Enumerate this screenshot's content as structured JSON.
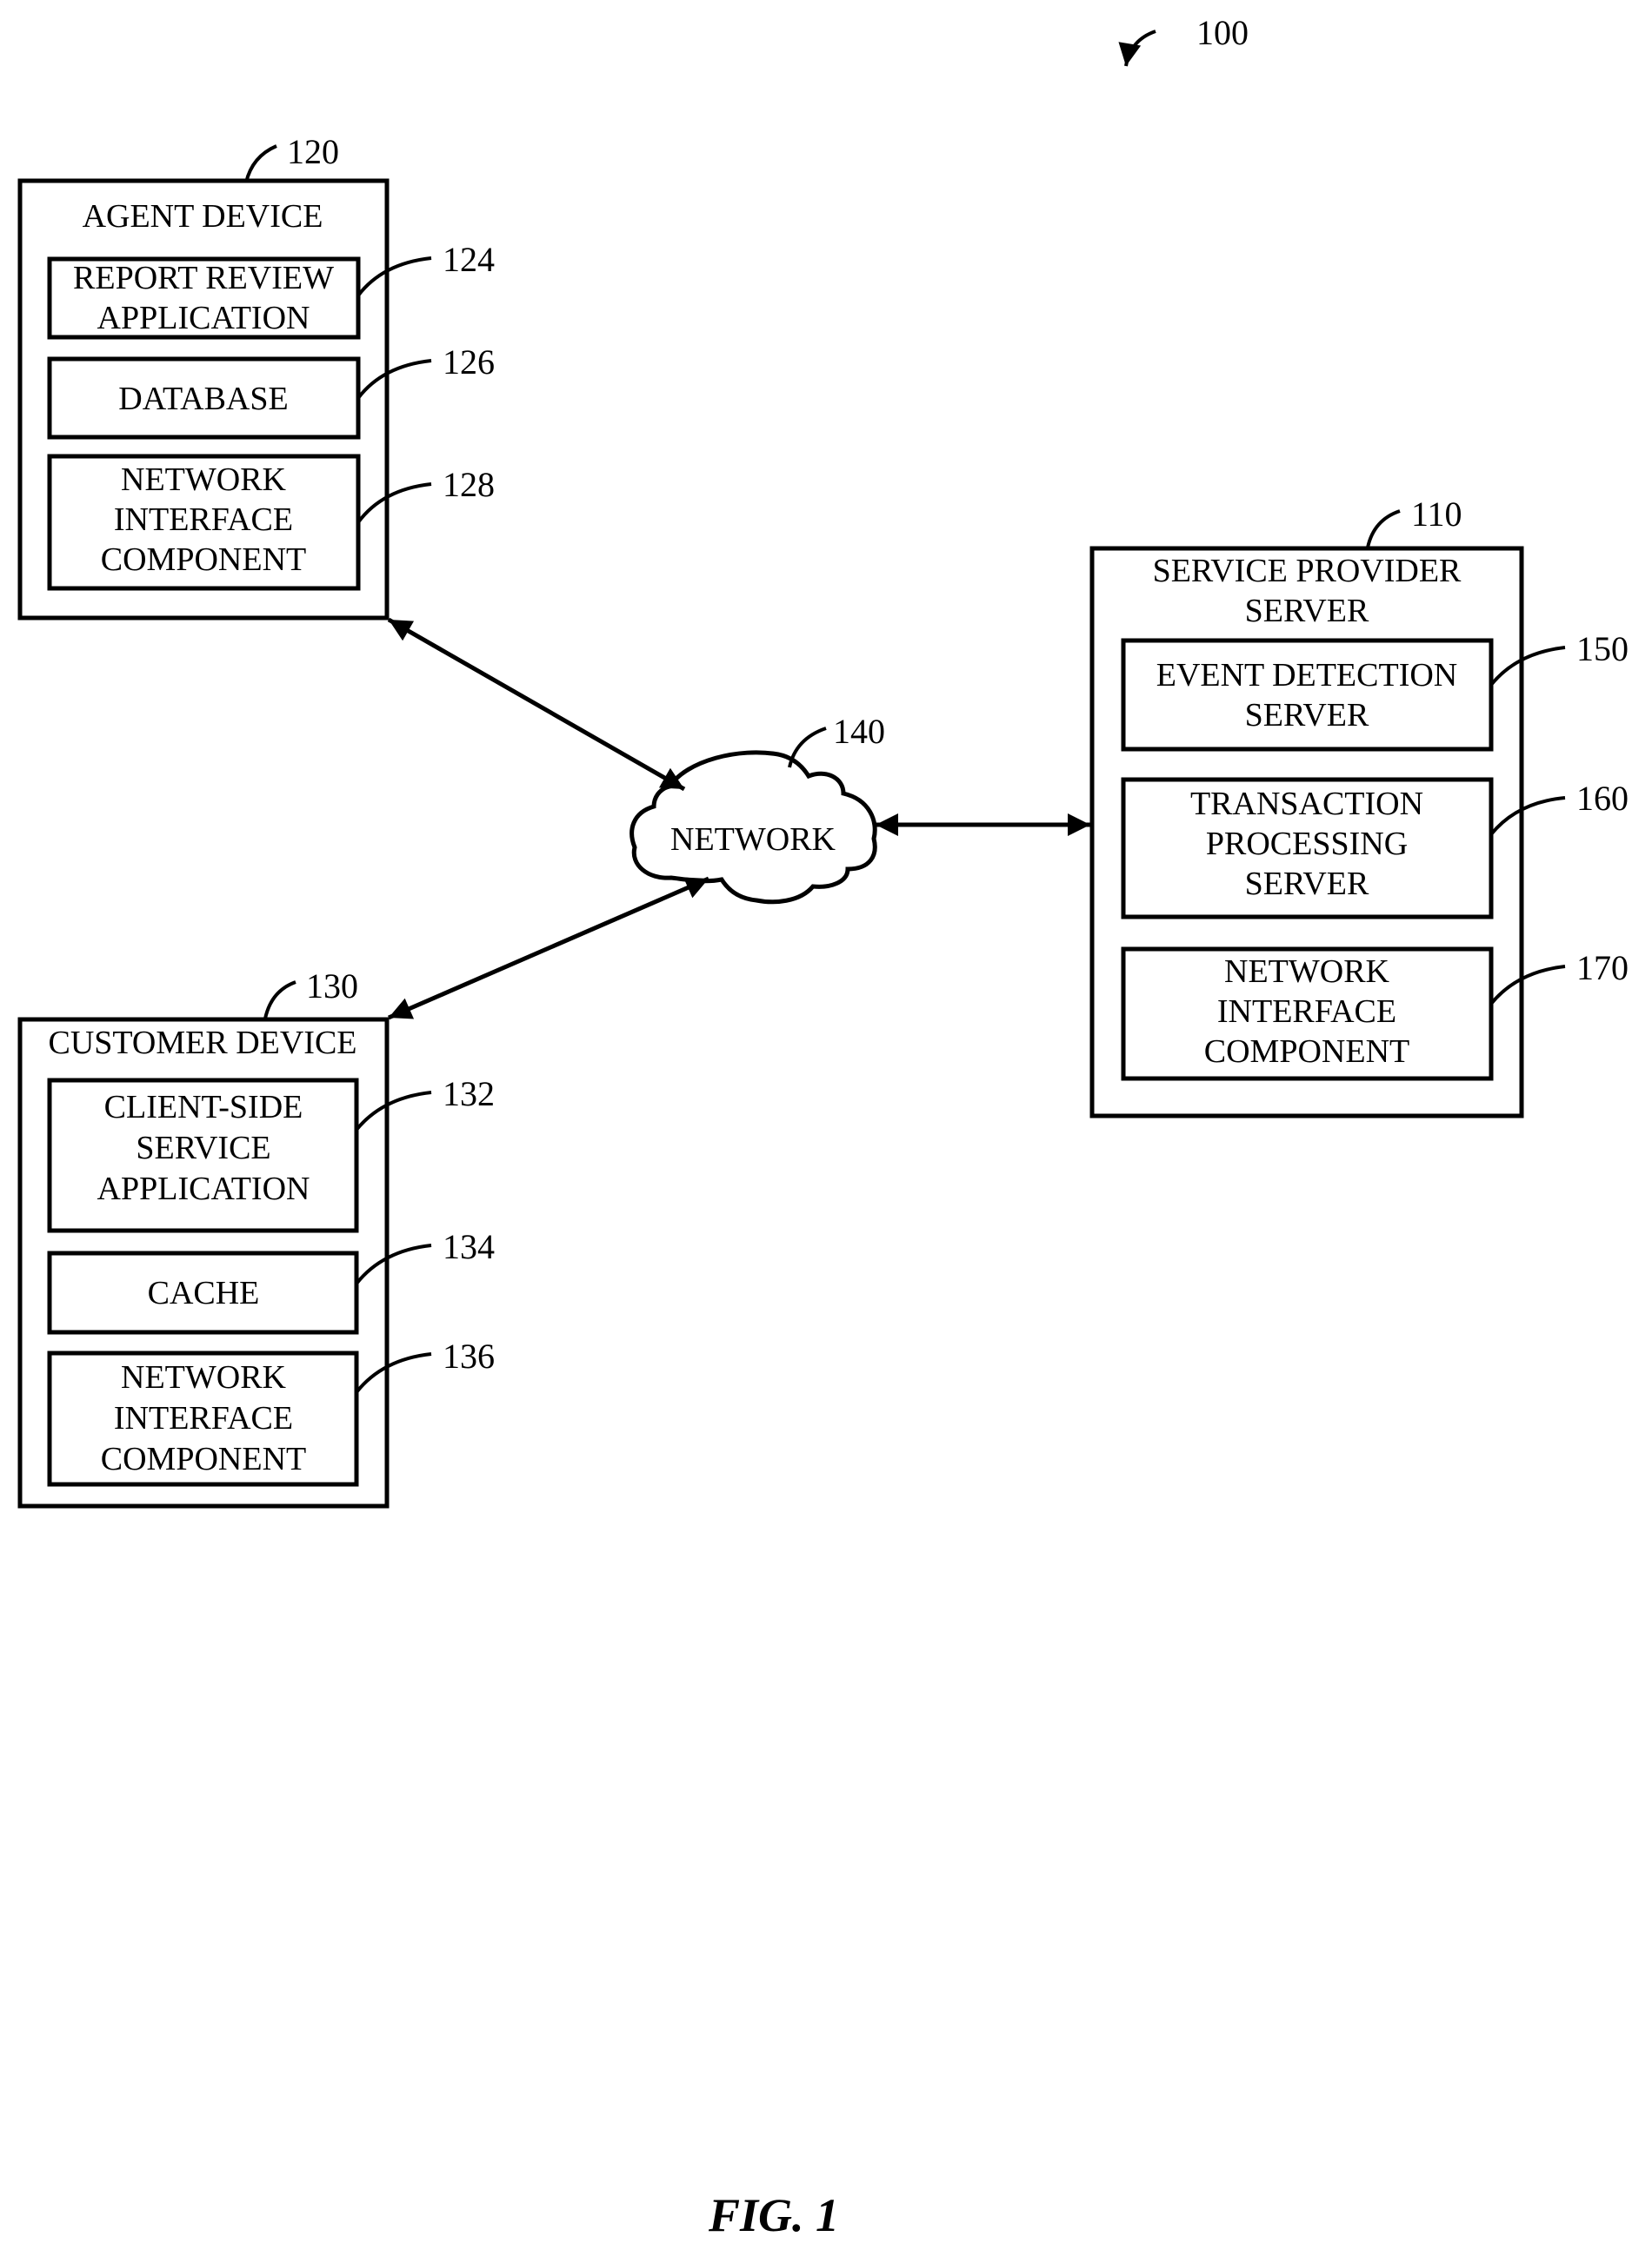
{
  "figure": {
    "caption": "FIG. 1",
    "system_ref": "100"
  },
  "agent_device": {
    "ref": "120",
    "title": "AGENT DEVICE",
    "components": [
      {
        "ref": "124",
        "lines": [
          "REPORT REVIEW",
          "APPLICATION"
        ]
      },
      {
        "ref": "126",
        "lines": [
          "DATABASE"
        ]
      },
      {
        "ref": "128",
        "lines": [
          "NETWORK",
          "INTERFACE",
          "COMPONENT"
        ]
      }
    ]
  },
  "customer_device": {
    "ref": "130",
    "title": "CUSTOMER DEVICE",
    "components": [
      {
        "ref": "132",
        "lines": [
          "CLIENT-SIDE",
          "SERVICE",
          "APPLICATION"
        ]
      },
      {
        "ref": "134",
        "lines": [
          "CACHE"
        ]
      },
      {
        "ref": "136",
        "lines": [
          "NETWORK",
          "INTERFACE",
          "COMPONENT"
        ]
      }
    ]
  },
  "network": {
    "ref": "140",
    "label": "NETWORK"
  },
  "service_provider": {
    "ref": "110",
    "title_lines": [
      "SERVICE PROVIDER",
      "SERVER"
    ],
    "components": [
      {
        "ref": "150",
        "lines": [
          "EVENT DETECTION",
          "SERVER"
        ]
      },
      {
        "ref": "160",
        "lines": [
          "TRANSACTION",
          "PROCESSING",
          "SERVER"
        ]
      },
      {
        "ref": "170",
        "lines": [
          "NETWORK",
          "INTERFACE",
          "COMPONENT"
        ]
      }
    ]
  },
  "connections": [
    {
      "from": "agent_device",
      "to": "network",
      "type": "bidirectional"
    },
    {
      "from": "customer_device",
      "to": "network",
      "type": "bidirectional"
    },
    {
      "from": "network",
      "to": "service_provider",
      "type": "bidirectional"
    }
  ]
}
